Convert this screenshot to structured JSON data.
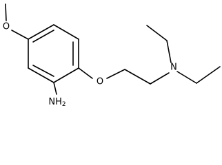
{
  "molecule": {
    "atoms": {
      "methoxy_oxygen": "O",
      "ether_oxygen": "O",
      "amine_nitrogen": "N",
      "aniline_nitrogen": "NH",
      "aniline_subscript": "2"
    }
  }
}
